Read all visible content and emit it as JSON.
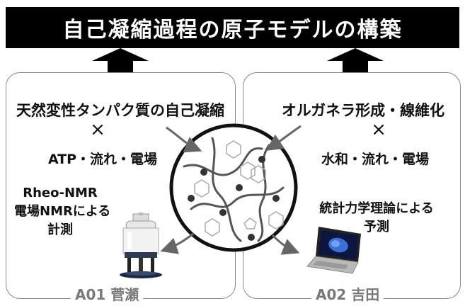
{
  "header": {
    "title": "自己凝縮過程の原子モデルの構築"
  },
  "left_panel": {
    "topic": "天然変性タンパク質の自己凝縮",
    "cross": "×",
    "conditions": "ATP・流れ・電場",
    "method_lines": [
      "Rheo-NMR",
      "電場NMRによる",
      "計測"
    ],
    "label": "A01 菅瀬",
    "icon": "nmr-spectrometer-icon"
  },
  "right_panel": {
    "topic": "オルガネラ形成・線維化",
    "cross": "×",
    "conditions": "水和・流れ・電場",
    "method_lines": [
      "統計力学理論による",
      "予測"
    ],
    "label": "A02 吉田",
    "icon": "laptop-icon"
  },
  "center": {
    "icon": "molecular-condensate-icon"
  }
}
